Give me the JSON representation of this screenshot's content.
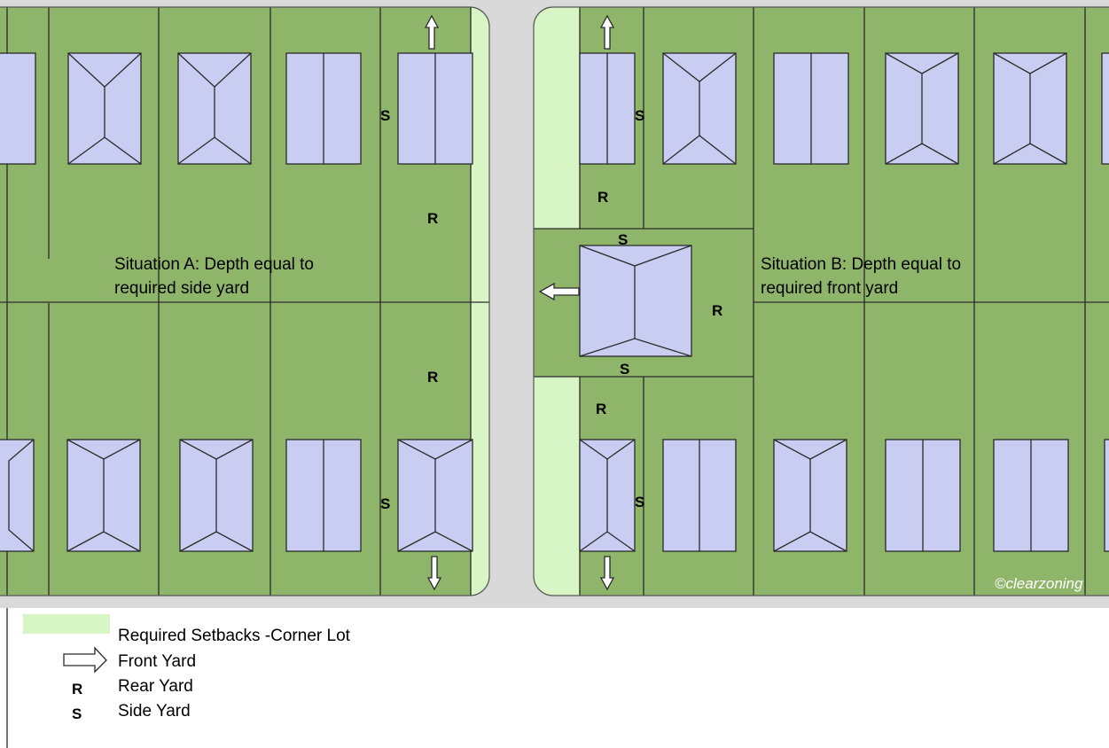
{
  "colors": {
    "street": "#d9d9d9",
    "lot_green": "#8fb56b",
    "setback": "#d8f5c5",
    "house": "#c9cdf2",
    "line": "#2a2a2a",
    "text": "#000000"
  },
  "captions": {
    "situation_a_line1": "Situation A: Depth equal to",
    "situation_a_line2": "required side yard",
    "situation_b_line1": "Situation B: Depth equal to",
    "situation_b_line2": "required front yard"
  },
  "yard_labels": {
    "rear": "R",
    "side": "S"
  },
  "watermark": "©clearzoning",
  "legend": {
    "items": [
      {
        "symbol": "light-green-swatch",
        "label": "Required Setbacks -Corner Lot"
      },
      {
        "symbol": "arrow-icon",
        "label": "Front Yard"
      },
      {
        "symbol": "R",
        "label": "Rear Yard"
      },
      {
        "symbol": "S",
        "label": "Side Yard"
      }
    ]
  }
}
